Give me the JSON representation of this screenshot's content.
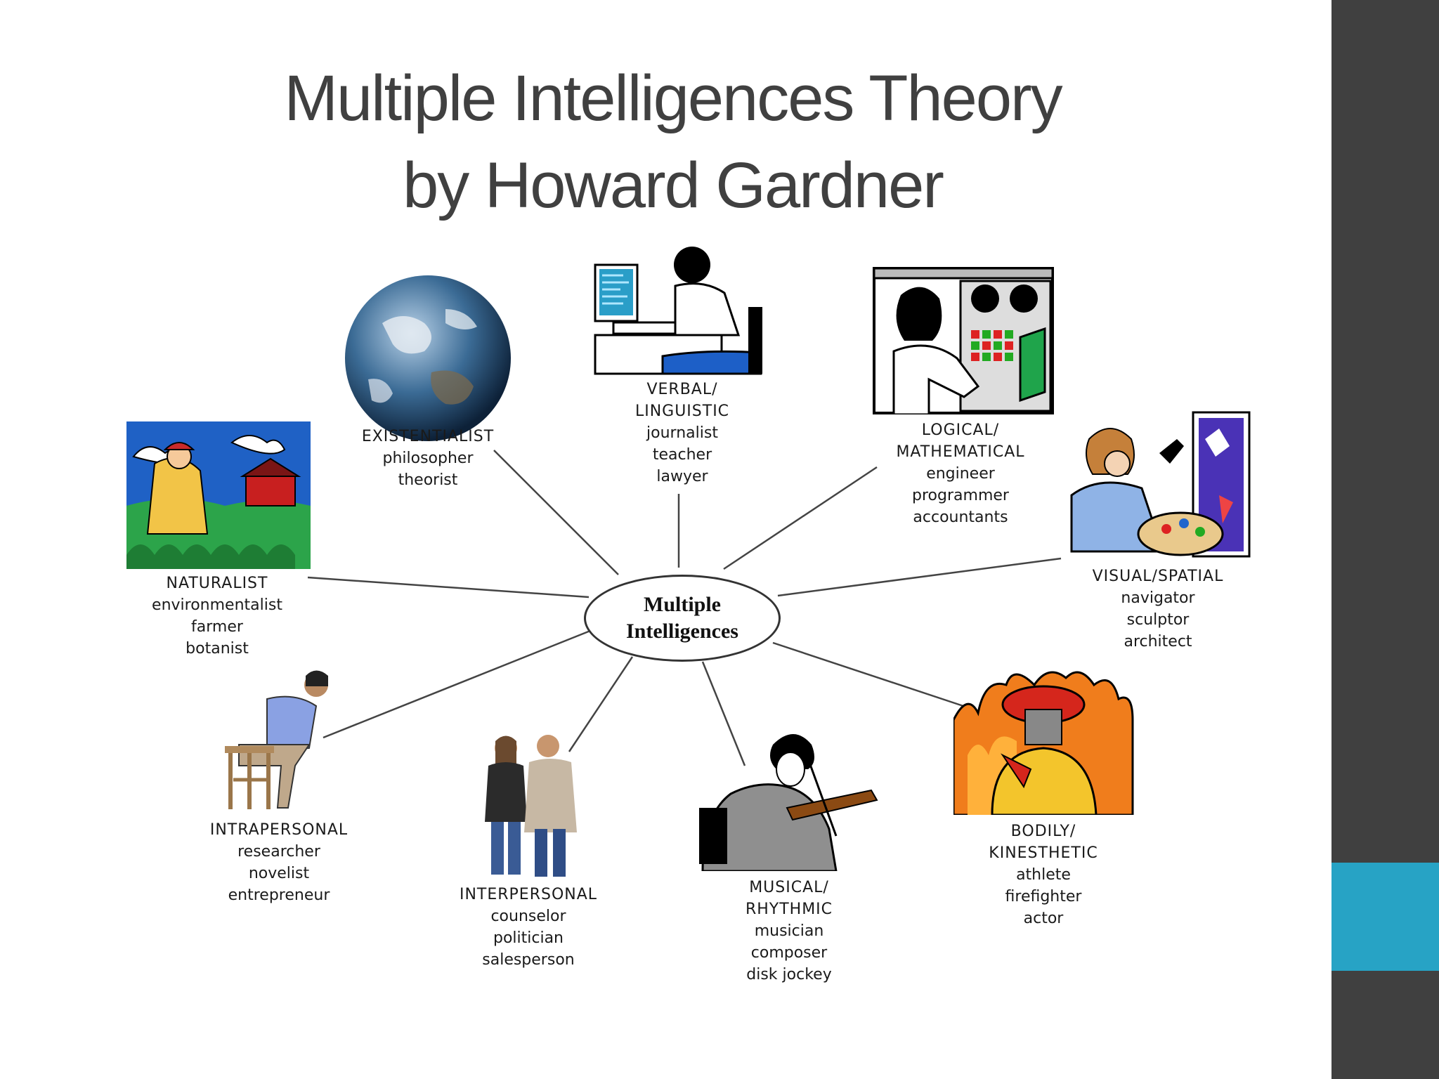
{
  "title": {
    "line1": "Multiple Intelligences Theory",
    "line2": "by Howard Gardner"
  },
  "center": {
    "line1": "Multiple",
    "line2": "Intelligences"
  },
  "intelligences": [
    {
      "key": "existentialist",
      "category": [
        "EXISTENTIALIST"
      ],
      "examples": [
        "philosopher",
        "theorist"
      ],
      "picture_icon": "earth-globe-icon"
    },
    {
      "key": "verbal",
      "category": [
        "VERBAL/",
        "LINGUISTIC"
      ],
      "examples": [
        "journalist",
        "teacher",
        "lawyer"
      ],
      "picture_icon": "person-at-computer-icon"
    },
    {
      "key": "logical",
      "category": [
        "LOGICAL/",
        "MATHEMATICAL"
      ],
      "examples": [
        "engineer",
        "programmer",
        "accountants"
      ],
      "picture_icon": "woman-at-control-panel-icon"
    },
    {
      "key": "visual",
      "category": [
        "VISUAL/SPATIAL"
      ],
      "examples": [
        "navigator",
        "sculptor",
        "architect"
      ],
      "picture_icon": "painter-with-palette-icon"
    },
    {
      "key": "bodily",
      "category": [
        "BODILY/",
        "KINESTHETIC"
      ],
      "examples": [
        "athlete",
        "firefighter",
        "actor"
      ],
      "picture_icon": "firefighter-icon"
    },
    {
      "key": "musical",
      "category": [
        "MUSICAL/",
        "RHYTHMIC"
      ],
      "examples": [
        "musician",
        "composer",
        "disk jockey"
      ],
      "picture_icon": "violinist-icon"
    },
    {
      "key": "interpersonal",
      "category": [
        "INTERPERSONAL"
      ],
      "examples": [
        "counselor",
        "politician",
        "salesperson"
      ],
      "picture_icon": "two-people-standing-icon"
    },
    {
      "key": "intrapersonal",
      "category": [
        "INTRAPERSONAL"
      ],
      "examples": [
        "researcher",
        "novelist",
        "entrepreneur"
      ],
      "picture_icon": "thinking-man-on-stool-icon"
    },
    {
      "key": "naturalist",
      "category": [
        "NATURALIST"
      ],
      "examples": [
        "environmentalist",
        "farmer",
        "botanist"
      ],
      "picture_icon": "farmer-in-field-icon"
    }
  ],
  "colors": {
    "sidebar": "#404040",
    "accent": "#27a3c5",
    "title_text": "#404040"
  }
}
